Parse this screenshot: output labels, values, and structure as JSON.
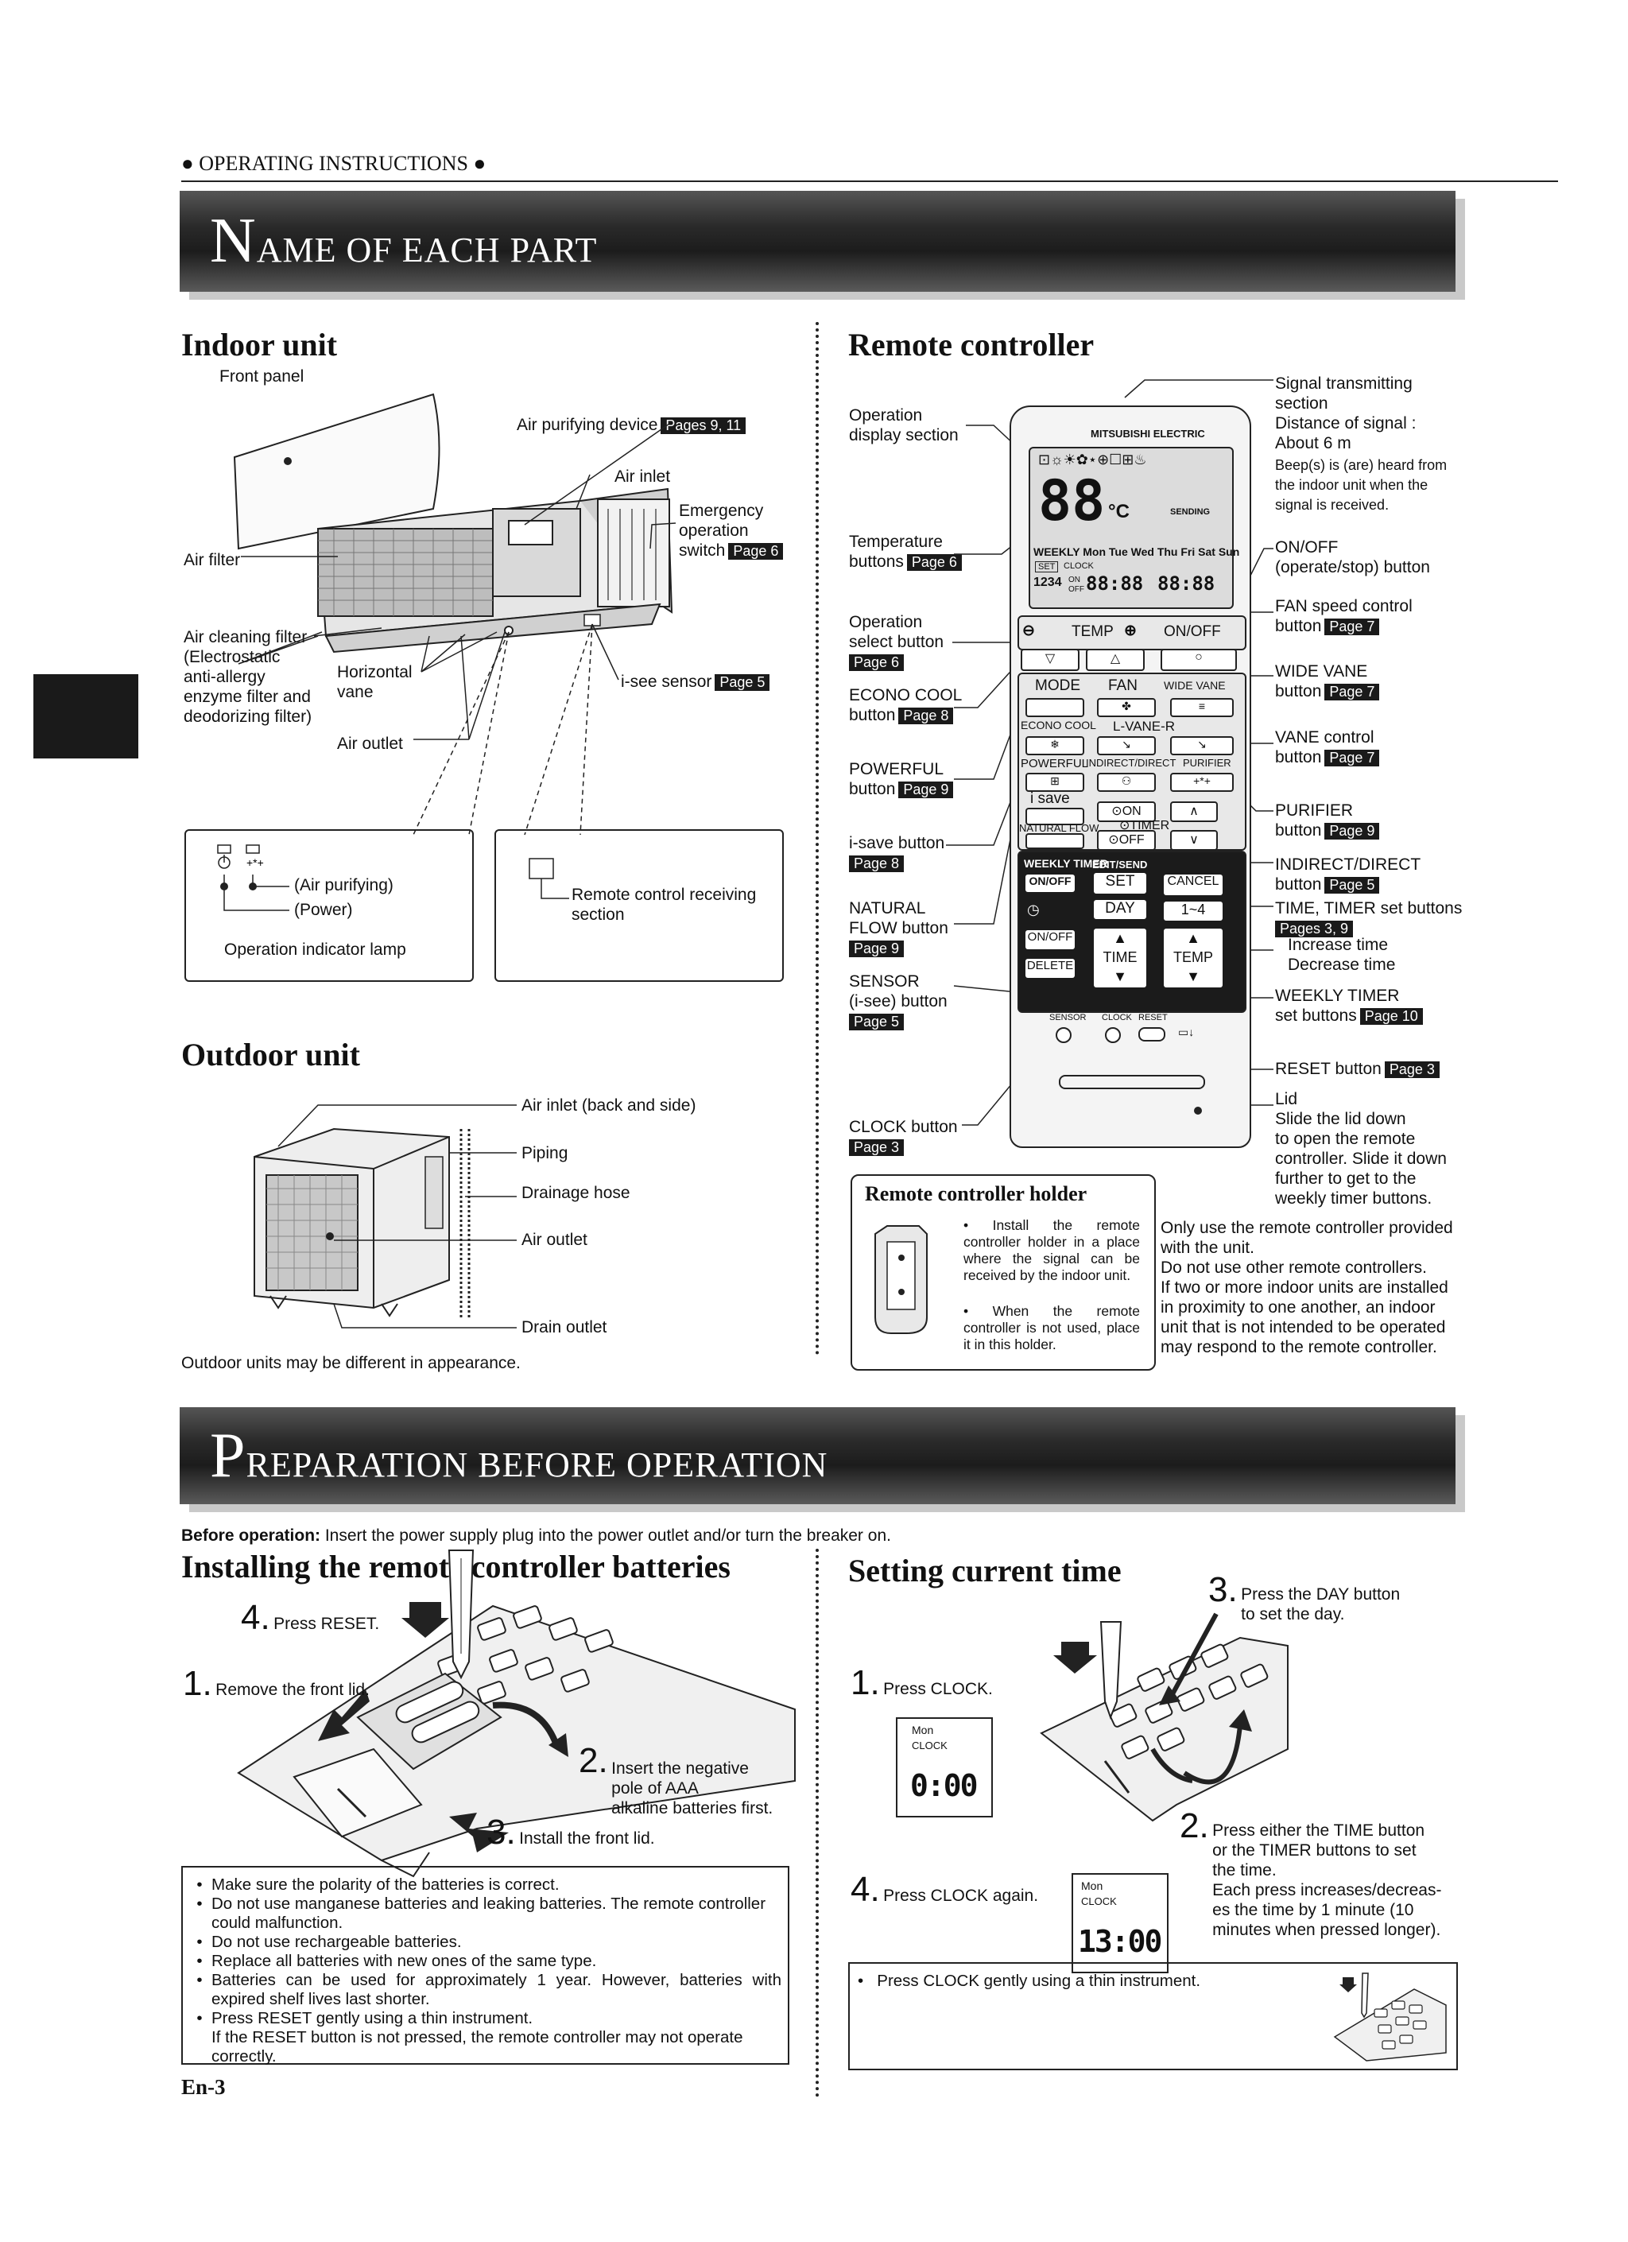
{
  "header": {
    "running_head": "● OPERATING INSTRUCTIONS ●",
    "page_number": "En-3"
  },
  "section1": {
    "title_cap": "N",
    "title_rest": "AME OF EACH PART",
    "indoor": {
      "heading": "Indoor unit",
      "labels": {
        "front_panel": "Front panel",
        "air_purifying_device": "Air purifying device",
        "air_purifying_device_page": "Pages 9, 11",
        "air_inlet": "Air inlet",
        "emergency": "Emergency\noperation\nswitch",
        "emergency_page": "Page 6",
        "air_filter": "Air filter",
        "air_cleaning_filter": "Air cleaning filter\n(Electrostatic\nanti-allergy\nenzyme filter and\ndeodorizing filter)",
        "horizontal_vane": "Horizontal\nvane",
        "air_outlet": "Air outlet",
        "isee_sensor": "i-see sensor",
        "isee_sensor_page": "Page 5",
        "air_purifying_lamp": "(Air purifying)",
        "power_lamp": "(Power)",
        "operation_indicator_lamp": "Operation indicator lamp",
        "remote_receiving": "Remote control receiving\nsection"
      }
    },
    "outdoor": {
      "heading": "Outdoor unit",
      "labels": {
        "air_inlet": "Air inlet  (back and side)",
        "piping": "Piping",
        "drainage_hose": "Drainage hose",
        "air_outlet": "Air outlet",
        "drain_outlet": "Drain outlet"
      },
      "note": "Outdoor units may be different in appearance."
    },
    "remote": {
      "heading": "Remote controller",
      "left_labels": [
        {
          "text": "Operation\ndisplay section",
          "page": ""
        },
        {
          "text": "Temperature\nbuttons",
          "page": "Page 6"
        },
        {
          "text": "Operation\nselect button",
          "page": "Page 6"
        },
        {
          "text": "ECONO COOL\nbutton",
          "page": "Page 8"
        },
        {
          "text": "POWERFUL\nbutton",
          "page": "Page 9"
        },
        {
          "text": "i-save button",
          "page": "Page 8"
        },
        {
          "text": "NATURAL\nFLOW button",
          "page": "Page 9"
        },
        {
          "text": "SENSOR\n(i-see) button",
          "page": "Page 5"
        },
        {
          "text": "CLOCK button",
          "page": "Page 3"
        }
      ],
      "right_labels": [
        {
          "text": "Signal transmitting\nsection\nDistance of signal :\nAbout 6 m",
          "page": ""
        },
        {
          "text": "Beep(s) is (are) heard from\nthe indoor unit when the\nsignal is received.",
          "page": ""
        },
        {
          "text": "ON/OFF\n(operate/stop) button",
          "page": ""
        },
        {
          "text": "FAN speed control\nbutton",
          "page": "Page 7"
        },
        {
          "text": "WIDE VANE\nbutton",
          "page": "Page 7"
        },
        {
          "text": "VANE control\nbutton",
          "page": "Page 7"
        },
        {
          "text": "PURIFIER\nbutton",
          "page": "Page 9"
        },
        {
          "text": "INDIRECT/DIRECT\nbutton",
          "page": "Page 5"
        },
        {
          "text": "TIME, TIMER set buttons",
          "page": "Pages 3, 9"
        },
        {
          "text": "Increase time\nDecrease time",
          "page": ""
        },
        {
          "text": "WEEKLY TIMER\nset buttons",
          "page": "Page 10"
        },
        {
          "text": "RESET button",
          "page": "Page 3"
        },
        {
          "text": "Lid\nSlide the lid down\nto open the remote\ncontroller. Slide it down\nfurther to get to the\nweekly timer buttons.",
          "page": ""
        }
      ],
      "brand": "MITSUBISHI ELECTRIC",
      "lcd": {
        "temp": "88",
        "unit": "°C",
        "sending": "SENDING",
        "days": "WEEKLY Mon Tue Wed Thu Fri Sat Sun",
        "set": "SET",
        "clock": "CLOCK",
        "on": "ON",
        "off": "OFF",
        "prog": "1234",
        "time1": "88:88",
        "time2": "88:88"
      },
      "buttons": {
        "temp": "TEMP",
        "onoff": "ON/OFF",
        "mode": "MODE",
        "fan": "FAN",
        "wide_vane": "WIDE VANE",
        "econo_cool": "ECONO COOL",
        "lvane": "L-VANE-R",
        "powerful": "POWERFUL",
        "indirect": "INDIRECT/DIRECT",
        "purifier": "PURIFIER",
        "isave": "i save",
        "natural_flow": "NATURAL FLOW",
        "timer": "TIMER",
        "timer_on": "ON",
        "timer_off": "OFF",
        "weekly_timer": "WEEKLY TIMER",
        "weekly_onoff": "ON/OFF",
        "edit_send": "EDIT/SEND",
        "set": "SET",
        "cancel": "CANCEL",
        "day": "DAY",
        "range": "1~4",
        "onoff2": "ON/OFF",
        "delete": "DELETE",
        "time": "TIME",
        "temp2": "TEMP",
        "sensor": "SENSOR",
        "clock": "CLOCK",
        "reset": "RESET"
      },
      "holder": {
        "heading": "Remote controller holder",
        "bullets": [
          "Install the remote controller holder in a place where the signal can be received by the indoor unit.",
          "When the remote controller is not used, place it in this holder."
        ]
      },
      "notice": "Only use the remote controller provided with the unit.\nDo not use other remote controllers.\nIf two or more indoor units are installed in proximity to one another, an indoor unit that is not intended to be operated may respond to the remote controller."
    }
  },
  "section2": {
    "title_cap": "P",
    "title_rest": "REPARATION BEFORE OPERATION",
    "before_op_bold": "Before operation:",
    "before_op_text": " Insert the power supply plug into the power outlet and/or turn the breaker on.",
    "batteries": {
      "heading": "Installing the remote controller batteries",
      "steps": [
        {
          "num": "4.",
          "text": "Press RESET."
        },
        {
          "num": "1.",
          "text": "Remove the front lid."
        },
        {
          "num": "2.",
          "text": "Insert the negative\npole of AAA\nalkaline batteries first."
        },
        {
          "num": "3.",
          "text": "Install the front lid."
        }
      ],
      "notes": [
        "Make sure the polarity of the batteries is correct.",
        "Do not use manganese batteries and leaking batteries. The remote controller could malfunction.",
        "Do not use rechargeable batteries.",
        "Replace all batteries with new ones of the same type.",
        "Batteries can be used for approximately 1 year. However, batteries with expired shelf lives last shorter.",
        "Press RESET gently using a thin instrument.\nIf the RESET button is not pressed, the remote controller may not operate correctly."
      ]
    },
    "time": {
      "heading": "Setting current time",
      "steps": [
        {
          "num": "1.",
          "text": "Press CLOCK."
        },
        {
          "num": "2.",
          "text": "Press either the TIME button\nor the TIMER buttons to set\nthe time.\nEach press increases/decreas-\nes the time by 1 minute (10\nminutes when pressed longer)."
        },
        {
          "num": "3.",
          "text": "Press the DAY button\nto set the day."
        },
        {
          "num": "4.",
          "text": "Press CLOCK again."
        }
      ],
      "lcd1": {
        "day": "Mon",
        "clock": "CLOCK",
        "time": "0:00"
      },
      "lcd2": {
        "day": "Mon",
        "clock": "CLOCK",
        "time": "13:00"
      },
      "note": "Press CLOCK gently using a thin instrument."
    }
  }
}
